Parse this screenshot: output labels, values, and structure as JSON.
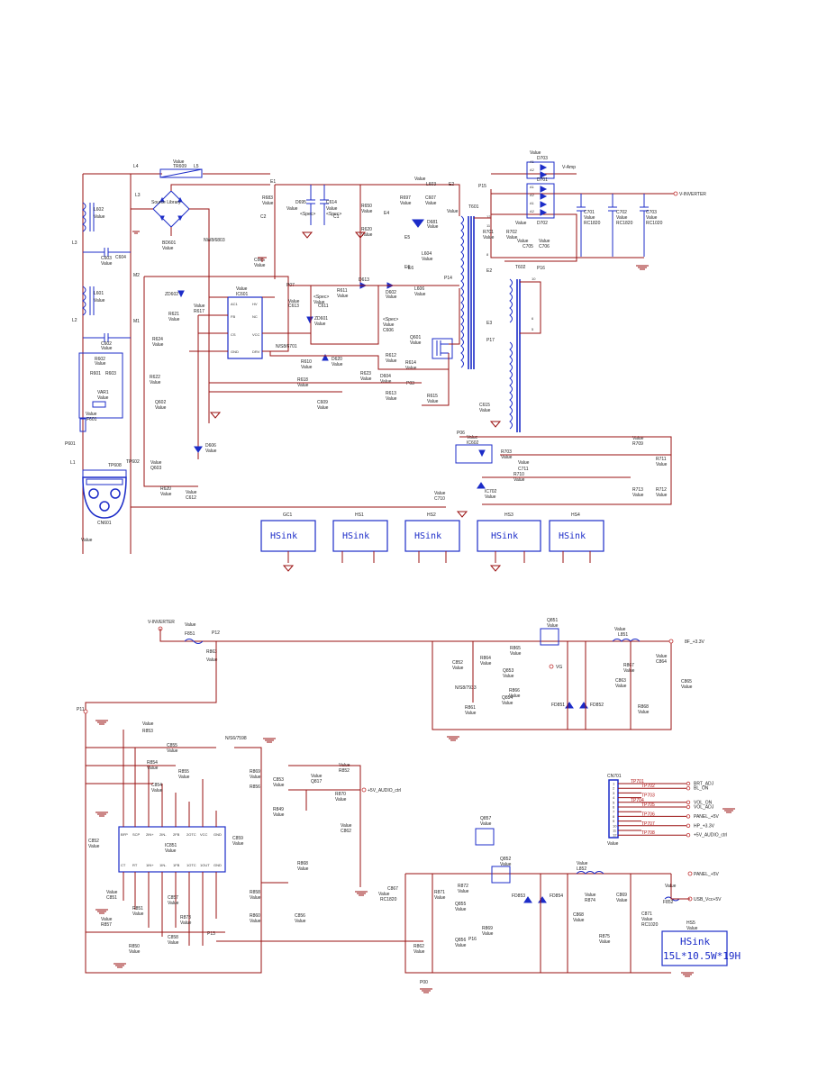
{
  "labels": {
    "value": "Value",
    "spec": "<Spec>",
    "top_value": "Value",
    "c_default": "C",
    "rc1820": "RC1820",
    "rc1020": "RC1020"
  },
  "top": {
    "components": {
      "l4": "L4",
      "tr609": "TR609",
      "l5": "L5",
      "bd601": "BD601",
      "source_library": "Source Library",
      "l602": "L602",
      "l601": "L601",
      "l3": "L3",
      "l2": "L2",
      "l1": "L1",
      "c603": "C603",
      "c604": "C604",
      "c602": "C602",
      "m2": "M2",
      "m1": "M1",
      "r602": "R602",
      "r601": "R601",
      "r603": "R603",
      "var1": "VAR1",
      "f601": "F601",
      "p601": "P601",
      "cn601": "CN601",
      "tp602": "TP602",
      "tp608": "TP608",
      "nw": "NW8/6803",
      "r683": "R683",
      "e1": "E1",
      "c2": "C2",
      "c1": "C1",
      "d695": "D695",
      "c614": "C614",
      "c605": "C605",
      "r650": "R650",
      "r620": "R620",
      "r697": "R697",
      "c607": "C607",
      "e4": "E4",
      "l603": "L603",
      "d681": "D681",
      "e5": "E5",
      "l604": "L604",
      "e6": "E6",
      "t601": "T601",
      "e2": "E2",
      "p15": "P15",
      "r701": "R701",
      "r702": "R702",
      "c705": "C705",
      "c706": "C706",
      "d703": "D703",
      "d701": "D701",
      "d702": "D702",
      "v_amp": "V-Amp",
      "v_inverter": "V-INVERTER",
      "c701": "C701",
      "c702": "C702",
      "c703": "C703",
      "zd602": "ZD602",
      "r621": "R621",
      "r617": "R617",
      "ic601": "IC601",
      "p07": "P07",
      "c613": "C613",
      "c611": "C611",
      "zd601": "ZD601",
      "r611": "R611",
      "d613": "D613",
      "d602": "D602",
      "c606": "C606",
      "l606": "L606",
      "p14": "P14",
      "e3": "E3",
      "t602": "T602",
      "p16": "P16",
      "p17": "P17",
      "q601": "Q601",
      "nw2": "N/S8/6701",
      "r624": "R624",
      "r622": "R622",
      "q602": "Q602",
      "r610": "R610",
      "d620": "D620",
      "r618": "R618",
      "c609": "C609",
      "r612": "R612",
      "r614": "R614",
      "r623": "R623",
      "d604": "D604",
      "r613": "R613",
      "p03": "P03",
      "r615": "R615",
      "c615": "C615",
      "d606": "D606",
      "q603": "Q603",
      "r620b": "R620",
      "c612": "C612",
      "p06": "P06",
      "ic602": "IC602",
      "r703": "R703",
      "r709": "R709",
      "r711": "R711",
      "c711": "C711",
      "r710": "R710",
      "r713": "R713",
      "r712": "R712",
      "ic702": "IC702",
      "c710": "C710",
      "gc1": "GC1",
      "hs1": "HS1",
      "hs2": "HS2",
      "hs3": "HS3",
      "hs4": "HS4",
      "hsink": "HSink"
    },
    "ic601_pins": [
      "AC1",
      "FB",
      "CS",
      "GND",
      "HV",
      "NC",
      "VCC",
      "DRV"
    ]
  },
  "bottom": {
    "components": {
      "v_inverter": "V-INVERTER",
      "f851": "F851",
      "p12": "P12",
      "r863": "R863",
      "p11": "P11",
      "r853": "R853",
      "c855": "C855",
      "r854": "R854",
      "r855": "R855",
      "c854": "C854",
      "nw3": "N/S6/7598",
      "r869": "R869",
      "c853": "C853",
      "r856": "R856",
      "q817": "Q817",
      "r852": "R852",
      "r870": "R870",
      "audio": "+5V_AUDIO_ctrl",
      "c852": "C852",
      "ic851": "IC851",
      "c859": "C859",
      "c862": "C862",
      "r849": "R849",
      "r868": "R868",
      "c851": "C851",
      "r851": "R851",
      "c857": "C857",
      "r873": "R873",
      "r857": "R857",
      "c858": "C858",
      "r850": "R850",
      "p13": "P13",
      "r858": "R858",
      "r860": "R860",
      "c856": "C856",
      "q851": "Q851",
      "l851": "L851",
      "v8": "8F_+3.3V",
      "c852b": "C852",
      "r864": "R864",
      "r865": "R865",
      "q853": "Q853",
      "vg": "VG",
      "ns": "N/S8/7933",
      "q854": "Q854",
      "r861": "R861",
      "r866": "R866",
      "fd851": "FD851",
      "fd852": "FD852",
      "r867": "R867",
      "c863": "C863",
      "c864": "C864",
      "c865": "C865",
      "r868b": "R868",
      "cn701": "CN701",
      "q857": "Q857",
      "c867": "C867",
      "r871": "R871",
      "q852": "Q852",
      "q855": "Q855",
      "r872": "R872",
      "fd853": "FD853",
      "fd854": "FD854",
      "r862": "R862",
      "q856": "Q856",
      "p16": "P16",
      "r869b": "R869",
      "c868": "C868",
      "l852": "L852",
      "r874": "R874",
      "c869": "C869",
      "c871": "C871",
      "r875": "R875",
      "panel": "PANEL_+5V",
      "f852": "F852",
      "usb": "USB_Vcc+5V",
      "p00": "P00",
      "hs5": "HS5",
      "hsink": "HSink",
      "hsink_spec": "15L*10.5W*19H"
    },
    "ic851_pins_top": [
      "BFP",
      "SCP",
      "2IN+",
      "2IN-",
      "2FB",
      "2OTC",
      "VCC",
      "GND"
    ],
    "ic851_pins_bot": [
      "CT",
      "RT",
      "1IN+",
      "1IN-",
      "1FB",
      "1OTC",
      "1OUT",
      "GND"
    ],
    "connector": [
      {
        "pin": "1",
        "tp": "TP701",
        "net": "BRT_ADJ"
      },
      {
        "pin": "2",
        "tp": "TP702",
        "net": "BL_ON"
      },
      {
        "pin": "3",
        "tp": "",
        "net": ""
      },
      {
        "pin": "4",
        "tp": "TP703",
        "net": ""
      },
      {
        "pin": "5",
        "tp": "TP704",
        "net": "VOL_ON"
      },
      {
        "pin": "6",
        "tp": "TP705",
        "net": "VOL_ADJ"
      },
      {
        "pin": "7",
        "tp": "",
        "net": ""
      },
      {
        "pin": "8",
        "tp": "TP706",
        "net": "PANEL_+5V"
      },
      {
        "pin": "9",
        "tp": "",
        "net": ""
      },
      {
        "pin": "10",
        "tp": "TP707",
        "net": "HP_+3.3V"
      },
      {
        "pin": "11",
        "tp": "",
        "net": ""
      },
      {
        "pin": "12",
        "tp": "TP708",
        "net": "+5V_AUDIO_ctrl"
      }
    ]
  }
}
